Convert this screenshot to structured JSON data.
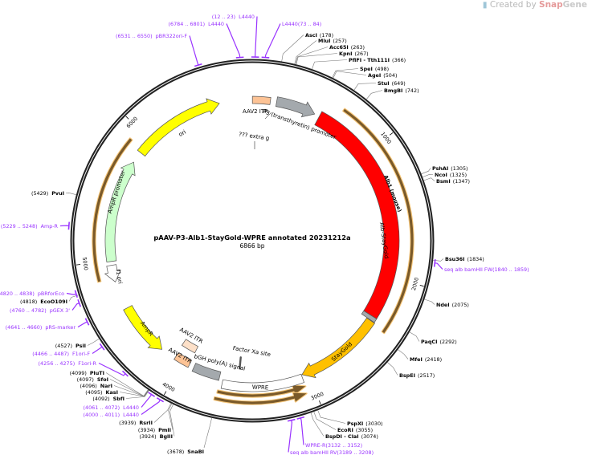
{
  "title": "pAAV-P3-Alb1-StayGold-WPRE annotated 20231212a",
  "length_label": "6866 bp",
  "total_bp": 6866,
  "logo": {
    "prefix": "Created by",
    "snap": "Snap",
    "gene": "Gene"
  },
  "ticks": [
    "1000",
    "2000",
    "3000",
    "4000",
    "5000",
    "6000"
  ],
  "colors": {
    "primer": "#9933ff",
    "ring": "#222222",
    "orf": "#f5b041"
  },
  "features": [
    {
      "label": "AAV2 ITR",
      "start": 1,
      "end": 141,
      "dir": 0,
      "color": "#fdc395"
    },
    {
      "label": "P3 (transthyretin) promoter",
      "start": 190,
      "end": 500,
      "dir": 1,
      "color": "#a4a9ad"
    },
    {
      "label": "Alb1 (mouse)",
      "start": 540,
      "end": 2330,
      "dir": 0,
      "color": "#ff0000"
    },
    {
      "label": "Alb-StayGold",
      "start": 2330,
      "end": 2362,
      "dir": 0,
      "color": "#a4a9ad"
    },
    {
      "label": "StayGold",
      "start": 2365,
      "end": 3045,
      "dir": 1,
      "color": "#ffc000"
    },
    {
      "label": "WPRE",
      "start": 3050,
      "end": 3660,
      "dir": 0,
      "color": "#ffffff"
    },
    {
      "label": "bGH poly(A) signal",
      "start": 3690,
      "end": 3905,
      "dir": 0,
      "color": "#a4a9ad"
    },
    {
      "label": "AAV2 ITR",
      "start": 3945,
      "end": 4070,
      "dir": 0,
      "color": "#fdc395"
    },
    {
      "label": "AAV2 ITR",
      "start": 3950,
      "end": 4080,
      "dir": 0,
      "color": "#fde0c8"
    },
    {
      "label": "Factor Xa site",
      "start": 3540,
      "end": 3552,
      "dir": 0,
      "color": "#8a6a8a"
    },
    {
      "label": "??? extra g",
      "start": 140,
      "end": 141,
      "dir": 0,
      "color": "#000000"
    },
    {
      "label": "f1 ori",
      "start": 4190,
      "end": 4610,
      "dir": -1,
      "color": "#ffff00"
    },
    {
      "label": "AmpR promoter",
      "start": 4830,
      "end": 4960,
      "dir": -1,
      "color": "#ffffff"
    },
    {
      "label": "AmpR",
      "start": 4990,
      "end": 5790,
      "dir": 1,
      "color": "#ccffcc"
    },
    {
      "label": "ori",
      "start": 5880,
      "end": 6610,
      "dir": 1,
      "color": "#ffff00"
    }
  ],
  "orfs": [
    {
      "start": 668,
      "end": 2384,
      "dir": 0
    },
    {
      "start": 3050,
      "end": 3680,
      "dir": -1
    },
    {
      "start": 3060,
      "end": 3690,
      "dir": -1
    },
    {
      "start": 4864,
      "end": 5912,
      "dir": 0
    }
  ],
  "enzymes": [
    {
      "name": "AscI",
      "bp": 178
    },
    {
      "name": "MluI",
      "bp": 257
    },
    {
      "name": "Acc65I",
      "bp": 263
    },
    {
      "name": "KpnI",
      "bp": 267
    },
    {
      "name": "PflFI - Tth111I",
      "bp": 366
    },
    {
      "name": "SpeI",
      "bp": 498
    },
    {
      "name": "AgeI",
      "bp": 504
    },
    {
      "name": "StuI",
      "bp": 649
    },
    {
      "name": "BmgBI",
      "bp": 742
    },
    {
      "name": "PshAI",
      "bp": 1305
    },
    {
      "name": "NcoI",
      "bp": 1325
    },
    {
      "name": "BsmI",
      "bp": 1347
    },
    {
      "name": "Bsu36I",
      "bp": 1834
    },
    {
      "name": "NdeI",
      "bp": 2075
    },
    {
      "name": "PaqCI",
      "bp": 2292
    },
    {
      "name": "MfeI",
      "bp": 2418
    },
    {
      "name": "BspEI",
      "bp": 2517
    },
    {
      "name": "PspXI",
      "bp": 3030
    },
    {
      "name": "EcoRI",
      "bp": 3055
    },
    {
      "name": "BspDI - ClaI",
      "bp": 3074
    },
    {
      "name": "SnaBI",
      "bp": 3678
    },
    {
      "name": "BglII",
      "bp": 3924
    },
    {
      "name": "PmlI",
      "bp": 3934
    },
    {
      "name": "RsrII",
      "bp": 3939
    },
    {
      "name": "SbfI",
      "bp": 4092
    },
    {
      "name": "KasI",
      "bp": 4095
    },
    {
      "name": "NarI",
      "bp": 4096
    },
    {
      "name": "SfoI",
      "bp": 4097
    },
    {
      "name": "PluTI",
      "bp": 4099
    },
    {
      "name": "PsiI",
      "bp": 4527
    },
    {
      "name": "EcoO109I",
      "bp": 4818
    },
    {
      "name": "PvuI",
      "bp": 5429
    }
  ],
  "primers": [
    {
      "name": "pBR322ori-F",
      "start": 6531,
      "end": 6550
    },
    {
      "name": "L4440",
      "start": 6784,
      "end": 6801
    },
    {
      "name": "L4440",
      "start": 12,
      "end": 23
    },
    {
      "name": "L4440",
      "start": 73,
      "end": 84
    },
    {
      "name": "seq alb  bamHII FW",
      "start": 1840,
      "end": 1859
    },
    {
      "name": "WPRE-R",
      "start": 3132,
      "end": 3152
    },
    {
      "name": "seq alb  bamHII RV",
      "start": 3189,
      "end": 3208
    },
    {
      "name": "L4440",
      "start": 4000,
      "end": 4011
    },
    {
      "name": "L4440",
      "start": 4061,
      "end": 4072
    },
    {
      "name": "F1ori-R",
      "start": 4256,
      "end": 4275
    },
    {
      "name": "F1ori-F",
      "start": 4466,
      "end": 4487
    },
    {
      "name": "pRS-marker",
      "start": 4641,
      "end": 4660
    },
    {
      "name": "pGEX 3'",
      "start": 4760,
      "end": 4782
    },
    {
      "name": "pBRforEco",
      "start": 4820,
      "end": 4838
    },
    {
      "name": "Amp-R",
      "start": 5229,
      "end": 5248
    }
  ]
}
